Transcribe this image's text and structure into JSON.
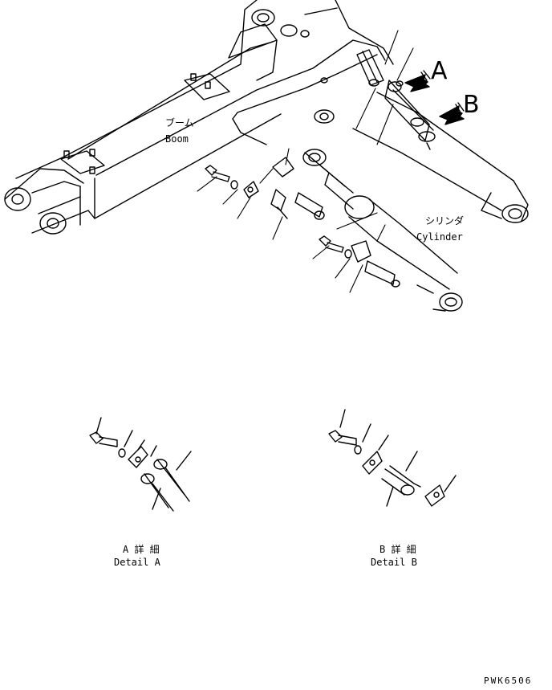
{
  "labels": {
    "boom_jp": "ブーム",
    "boom_en": "Boom",
    "cylinder_jp": "シリンダ",
    "cylinder_en": "Cylinder",
    "marker_a": "A",
    "marker_b": "B",
    "detail_a_jp": "A 詳 細",
    "detail_a_en": "Detail A",
    "detail_b_jp": "B 詳 細",
    "detail_b_en": "Detail B",
    "drawing_code": "PWK6506"
  },
  "colors": {
    "line": "#000000",
    "background": "#ffffff"
  }
}
